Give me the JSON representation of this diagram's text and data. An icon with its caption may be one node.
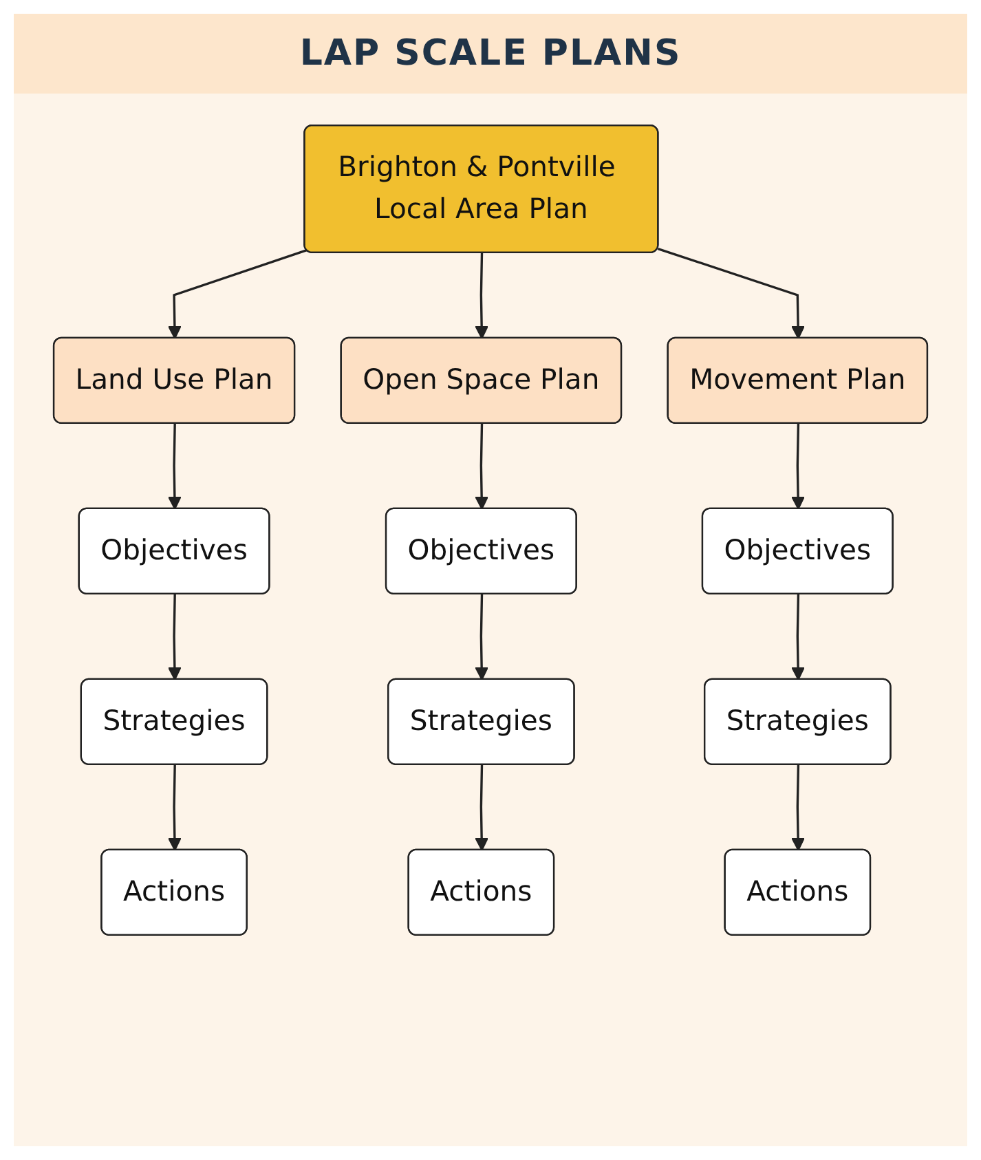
{
  "diagram": {
    "title": "LAP SCALE PLANS",
    "nodes": [
      {
        "text": [
          "Brighton & Pontville Local Area Plan"
        ]
      },
      {
        "text": [
          "Land Use Plan"
        ]
      },
      {
        "text": [
          "Open Space Plan"
        ]
      },
      {
        "text": [
          "Movement Plan"
        ]
      },
      {
        "text": [
          "Objectives"
        ]
      },
      {
        "text": [
          "Objectives"
        ]
      },
      {
        "text": [
          "Objectives"
        ]
      },
      {
        "text": [
          "Strategies"
        ]
      },
      {
        "text": [
          "Strategies"
        ]
      },
      {
        "text": [
          "Strategies"
        ]
      },
      {
        "text": [
          "Actions"
        ]
      },
      {
        "text": [
          "Actions"
        ]
      },
      {
        "text": [
          "Actions"
        ]
      }
    ],
    "edges": [
      {
        "from": 0,
        "to": 1,
        "arrow": "to"
      },
      {
        "from": 0,
        "to": 2,
        "arrow": "to"
      },
      {
        "from": 0,
        "to": 3,
        "arrow": "to"
      },
      {
        "from": 1,
        "to": 4,
        "arrow": "to"
      },
      {
        "from": 2,
        "to": 5,
        "arrow": "to"
      },
      {
        "from": 3,
        "to": 6,
        "arrow": "to"
      },
      {
        "from": 4,
        "to": 7,
        "arrow": "to"
      },
      {
        "from": 5,
        "to": 8,
        "arrow": "to"
      },
      {
        "from": 6,
        "to": 9,
        "arrow": "to"
      },
      {
        "from": 7,
        "to": 10,
        "arrow": "to"
      },
      {
        "from": 8,
        "to": 11,
        "arrow": "to"
      },
      {
        "from": 9,
        "to": 12,
        "arrow": "to"
      }
    ]
  }
}
